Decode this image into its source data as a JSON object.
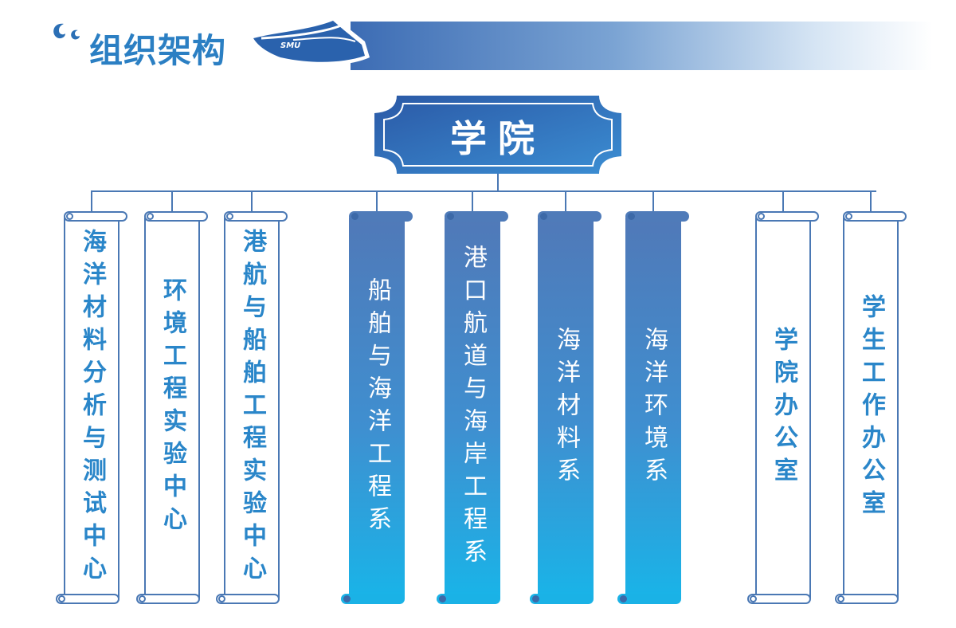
{
  "header": {
    "title": "组织架构",
    "ship_logo_text": "SMU"
  },
  "root": {
    "label": "学院"
  },
  "units": [
    {
      "label": "海洋材料分析与测试中心",
      "style": "white"
    },
    {
      "label": "环境工程实验中心",
      "style": "white"
    },
    {
      "label": "港航与船舶工程实验中心",
      "style": "white"
    },
    {
      "label": "船舶与海洋工程系",
      "style": "blue"
    },
    {
      "label": "港口航道与海岸工程系",
      "style": "blue"
    },
    {
      "label": "海洋材料系",
      "style": "blue"
    },
    {
      "label": "海洋环境系",
      "style": "blue"
    },
    {
      "label": "学院办公室",
      "style": "white"
    },
    {
      "label": "学生工作办公室",
      "style": "white"
    }
  ],
  "colors": {
    "primary": "#2b7fc3",
    "line": "#4a78b4",
    "gradient_top": "#5079b8",
    "gradient_bottom": "#19b4e8"
  }
}
